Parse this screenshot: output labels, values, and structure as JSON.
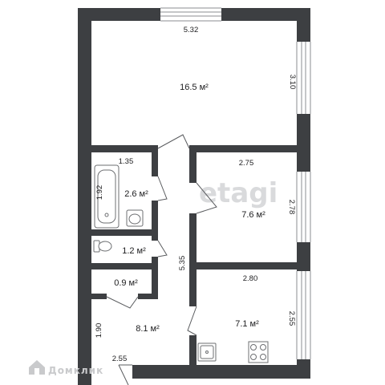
{
  "floorplan": {
    "rooms": [
      {
        "id": "living",
        "area": "16.5 м²"
      },
      {
        "id": "bedroom",
        "area": "7.6 м²"
      },
      {
        "id": "kitchen",
        "area": "7.1 м²"
      },
      {
        "id": "hall",
        "area": "8.1 м²"
      },
      {
        "id": "bathroom",
        "area": "2.6 м²"
      },
      {
        "id": "toilet",
        "area": "1.2 м²"
      },
      {
        "id": "closet",
        "area": "0.9 м²"
      }
    ],
    "dimensions": {
      "living_width": "5.32",
      "living_depth": "3.10",
      "bathroom_width": "1.35",
      "bathroom_depth": "1.92",
      "bedroom_width": "2.75",
      "bedroom_depth": "2.78",
      "corridor_length": "5.35",
      "kitchen_width": "2.80",
      "kitchen_depth": "2.55",
      "hall_depth": "1.90",
      "hall_width": "2.55"
    }
  },
  "watermark": {
    "text": "etagi"
  },
  "logo": {
    "text": "Домклик",
    "icon": "domclick-house-icon"
  }
}
